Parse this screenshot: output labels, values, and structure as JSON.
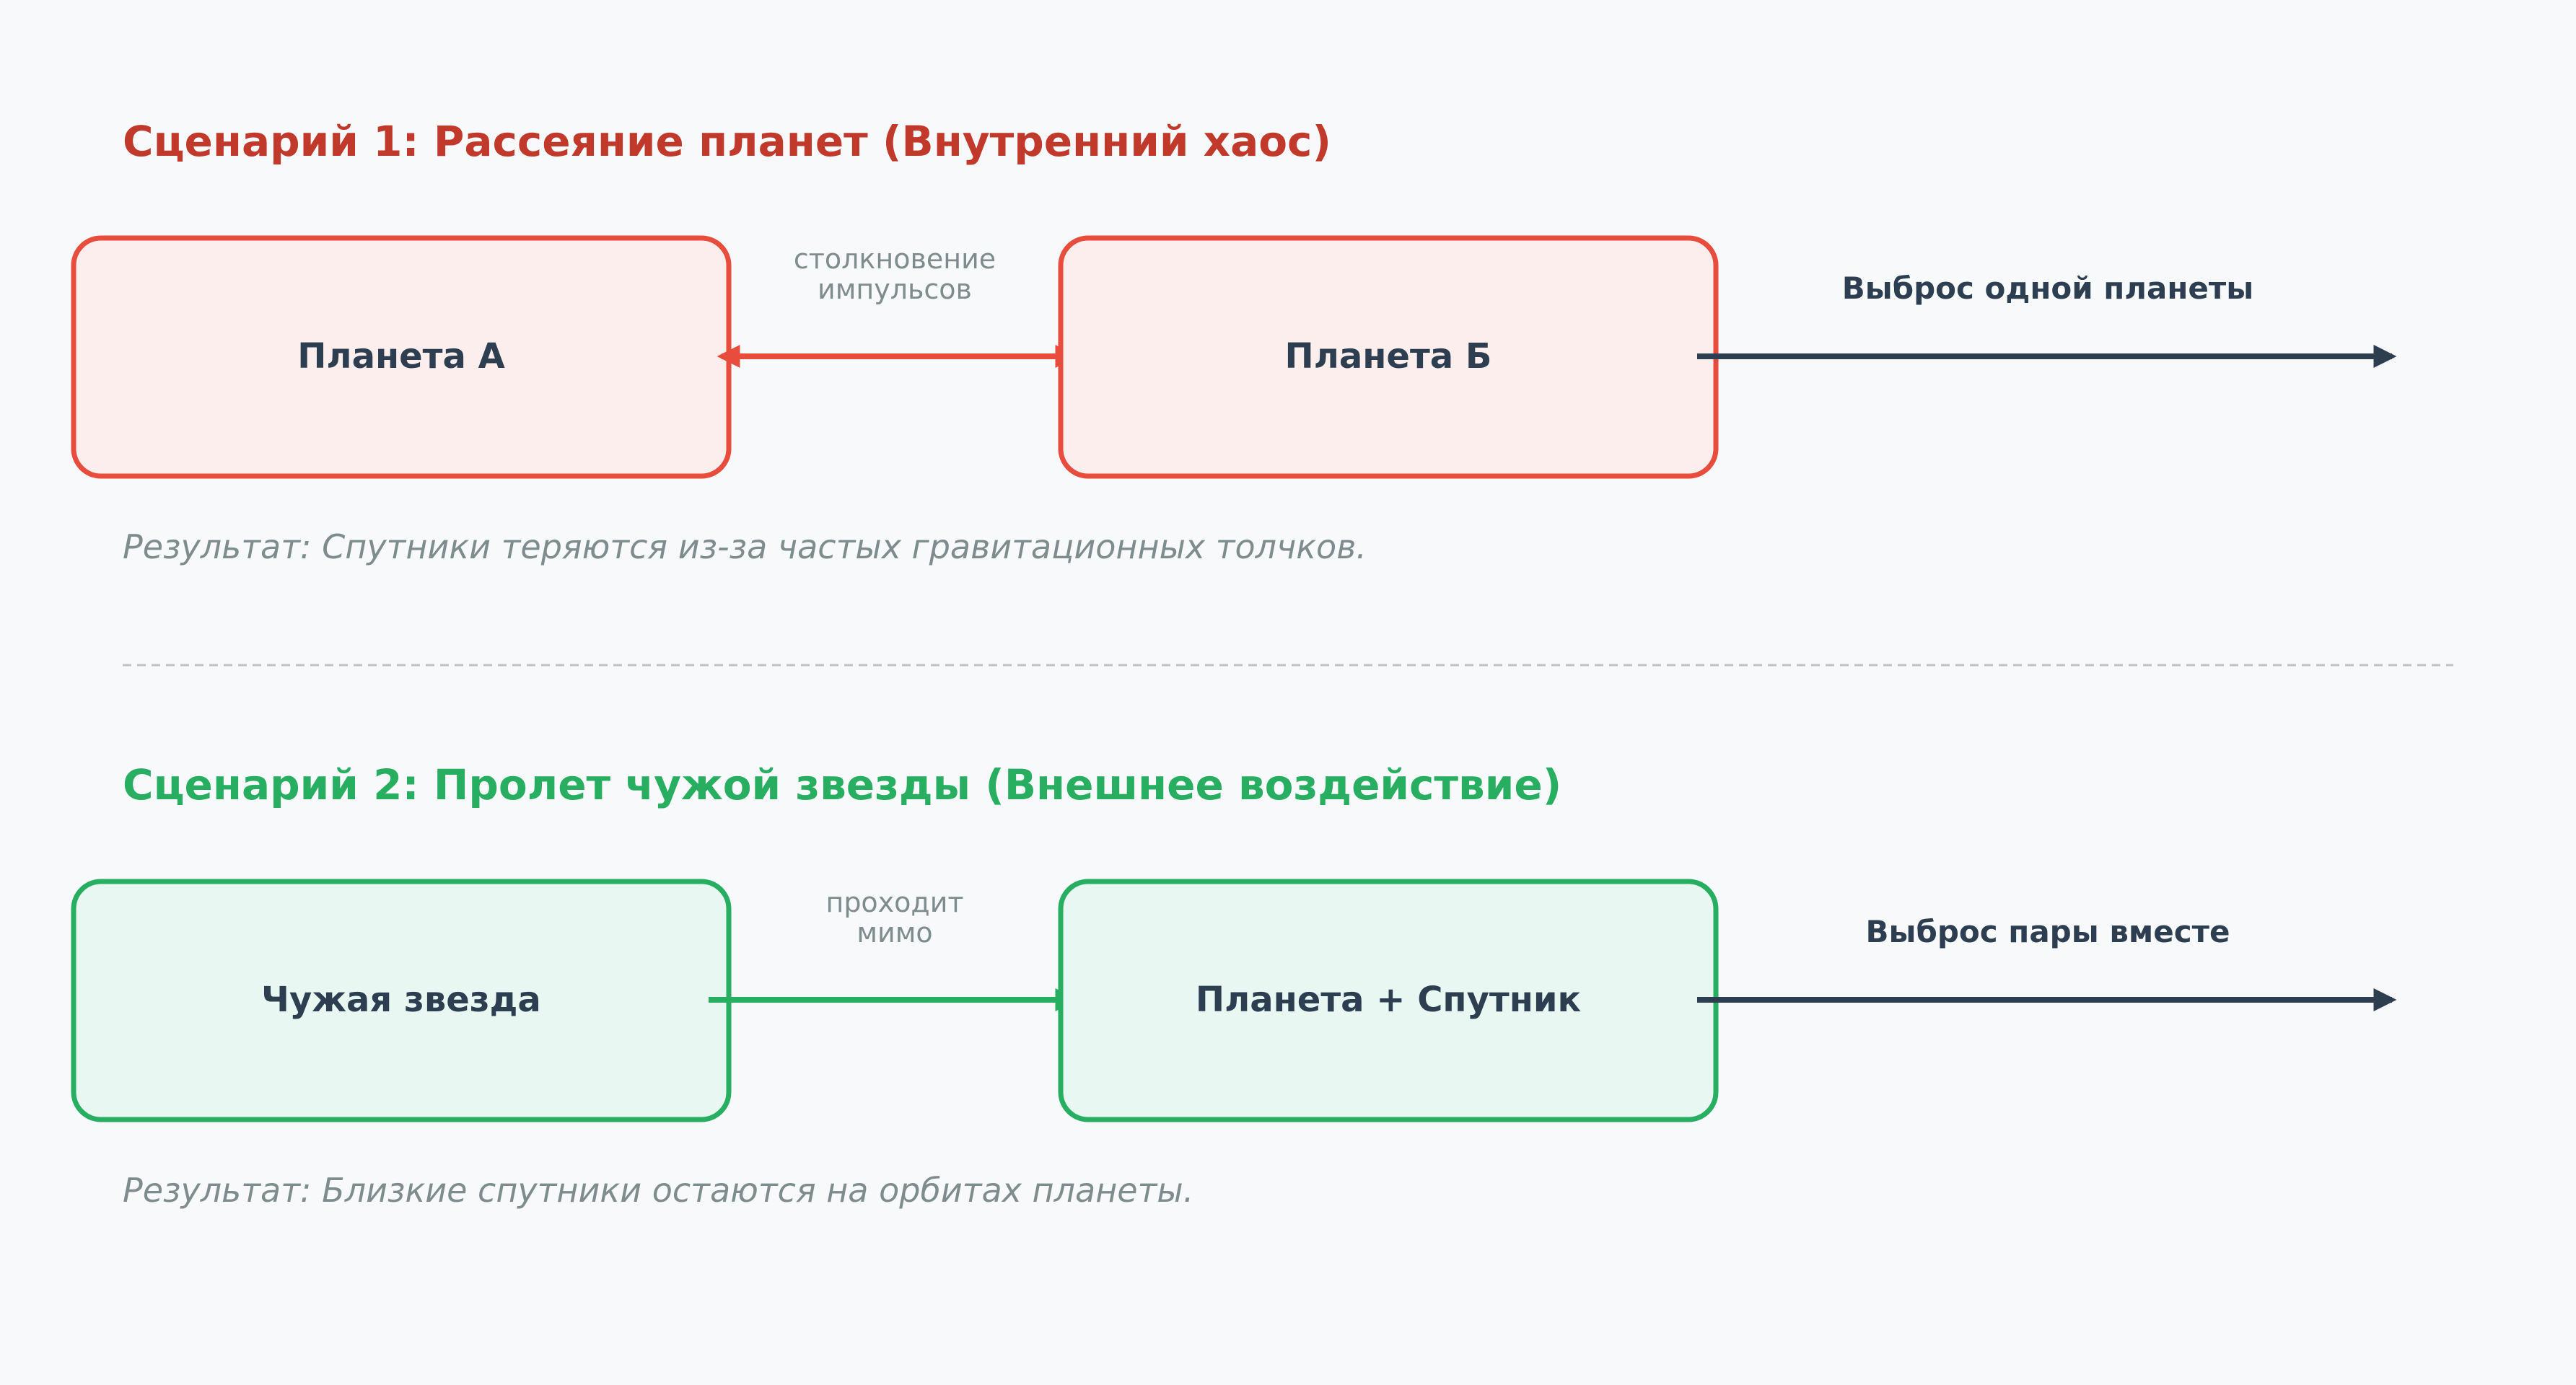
{
  "colors": {
    "background": "#f8f9fb",
    "scenario1": "#c0392b",
    "scenario1_stroke": "#e74c3c",
    "scenario1_fill": "#fdeeee",
    "scenario2": "#27ae60",
    "scenario2_stroke": "#27ae60",
    "scenario2_fill": "#e8f7f2",
    "text_dark": "#2c3e50",
    "text_muted": "#7f8c8d",
    "divider": "#bdc3c7"
  },
  "scenario1": {
    "title": "Сценарий 1: Рассеяние планет (Внутренний хаос)",
    "node_a": "Планета А",
    "node_b": "Планета Б",
    "edge_label_line1": "столкновение",
    "edge_label_line2": "импульсов",
    "output_label": "Выброс одной планеты",
    "result": "Результат: Спутники теряются из-за частых гравитационных толчков."
  },
  "scenario2": {
    "title": "Сценарий 2: Пролет чужой звезды (Внешнее воздействие)",
    "node_a": "Чужая звезда",
    "node_b": "Планета + Спутник",
    "edge_label_line1": "проходит",
    "edge_label_line2": "мимо",
    "output_label": "Выброс пары вместе",
    "result": "Результат: Близкие спутники остаются на орбитах планеты."
  }
}
